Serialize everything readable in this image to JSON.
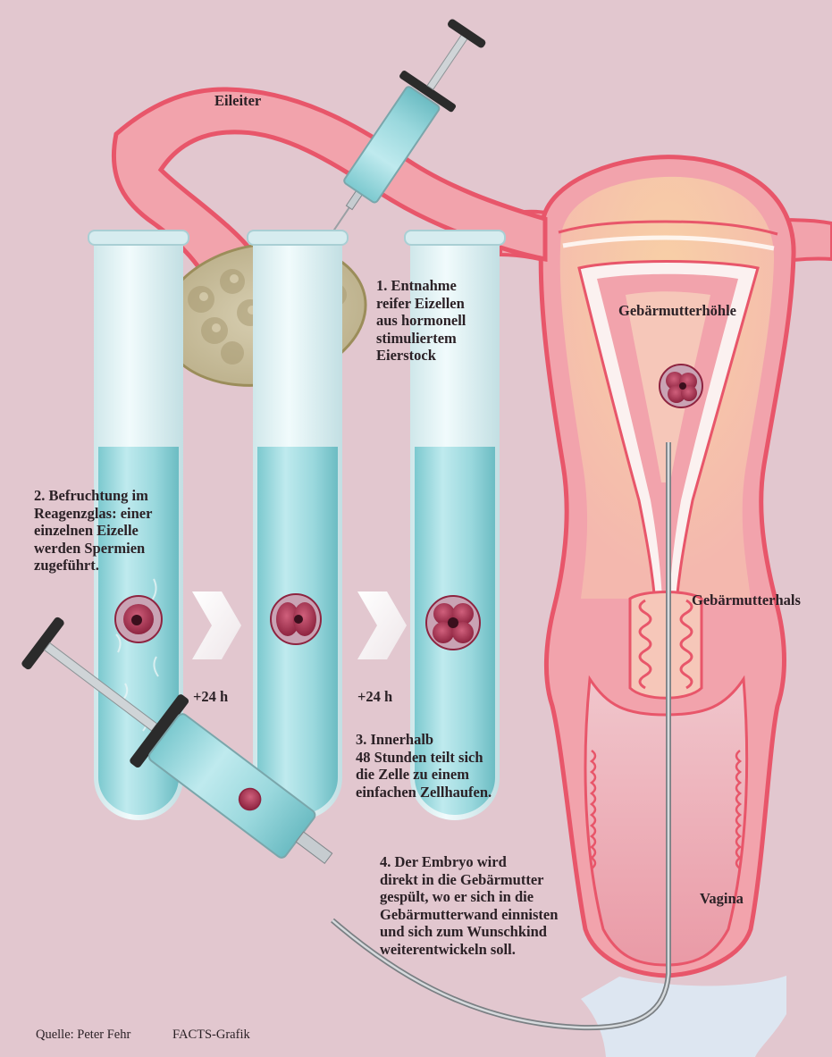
{
  "labels": {
    "eileiter": "Eileiter",
    "gebaermutterhoehle": "Gebärmutterhöhle",
    "gebaermutterhals": "Gebärmutterhals",
    "vagina": "Vagina"
  },
  "steps": {
    "step1": [
      "1. Entnahme",
      "reifer Eizellen",
      "aus hormonell",
      "stimuliertem",
      "Eierstock"
    ],
    "step2": [
      "2. Befruchtung im",
      "Reagenzglas: einer",
      "einzelnen Eizelle",
      "werden Spermien",
      "zugeführt."
    ],
    "step3": [
      "3. Innerhalb",
      "48 Stunden teilt sich",
      "die Zelle zu einem",
      "einfachen Zellhaufen."
    ],
    "step4": [
      "4. Der Embryo wird",
      "direkt in die Gebärmutter",
      "gespült, wo er sich in die",
      "Gebärmutterwand einnisten",
      "und sich zum Wunschkind",
      "weiterentwickeln soll."
    ]
  },
  "time_labels": [
    "+24 h",
    "+24 h"
  ],
  "footer": {
    "source": "Quelle: Peter Fehr",
    "credit": "FACTS-Grafik"
  },
  "colors": {
    "background": "#e2c7cf",
    "tissue": "#f2a3ac",
    "tissue_outline": "#e8566a",
    "uterus_inner": "#f6c7b9",
    "tube_liquid": "#9fd8dc",
    "cell": "#a8324f"
  }
}
